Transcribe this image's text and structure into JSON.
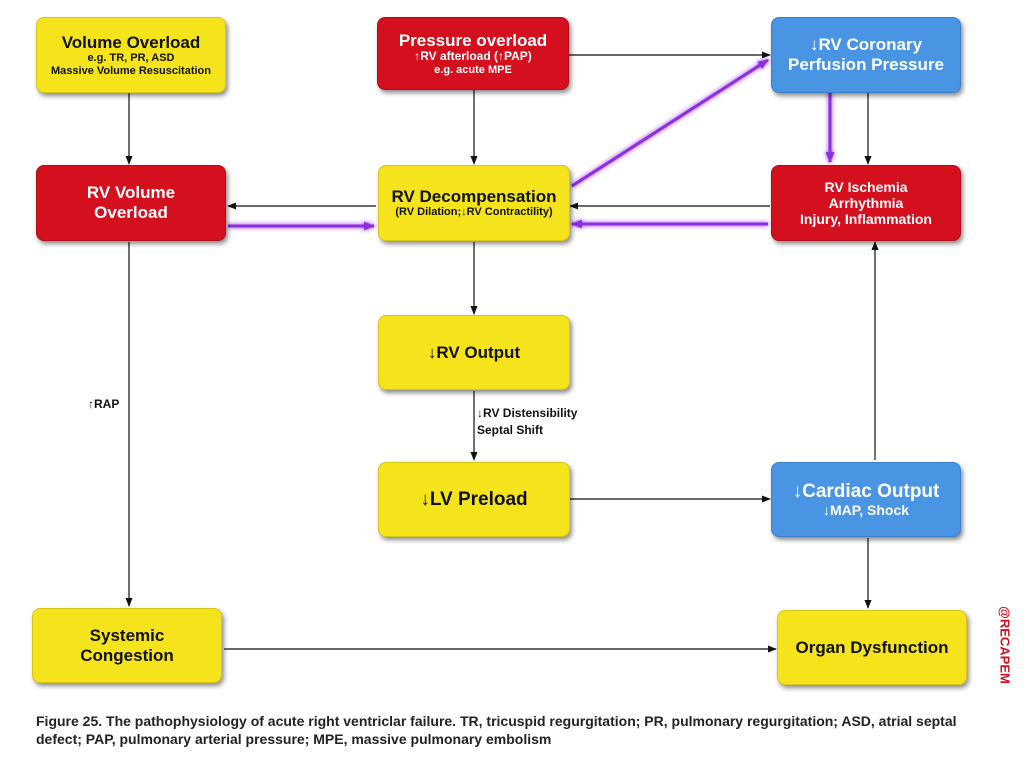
{
  "nodes": {
    "volume_overload": {
      "title": "Volume Overload",
      "line1": "e.g. TR, PR, ASD",
      "line2": "Massive Volume Resuscitation"
    },
    "pressure_overload": {
      "title": "Pressure overload",
      "line1": "↑RV afterload (↑PAP)",
      "line2": "e.g. acute MPE"
    },
    "rv_coronary": {
      "line1": "↓RV Coronary",
      "line2": "Perfusion Pressure"
    },
    "rv_volume_overload": {
      "line1": "RV Volume",
      "line2": "Overload"
    },
    "rv_decompensation": {
      "title": "RV Decompensation",
      "subtitle": "(RV Dilation;↓RV Contractility)"
    },
    "rv_ischemia": {
      "line1": "RV Ischemia",
      "line2": "Arrhythmia",
      "line3": "Injury, Inflammation"
    },
    "rv_output": {
      "title": "↓RV Output"
    },
    "lv_preload": {
      "title": "↓LV Preload"
    },
    "cardiac_output": {
      "title": "↓Cardiac Output",
      "subtitle": "↓MAP, Shock"
    },
    "systemic_congestion": {
      "line1": "Systemic",
      "line2": "Congestion"
    },
    "organ_dysfunction": {
      "title": "Organ Dysfunction"
    }
  },
  "labels": {
    "rap": "↑RAP",
    "rv_distensibility": "↓RV Distensibility",
    "septal_shift": "Septal Shift"
  },
  "caption": "Figure 25. The pathophysiology of acute right ventriclar failure. TR, tricuspid regurgitation; PR, pulmonary regurgitation; ASD, atrial septal defect; PAP, pulmonary arterial pressure; MPE, massive pulmonary embolism",
  "watermark": "@RECAPEM",
  "colors": {
    "yellow": "#f5e41c",
    "red": "#d4101e",
    "blue": "#4a94e4",
    "feedback_glow": "#9b30ff"
  }
}
